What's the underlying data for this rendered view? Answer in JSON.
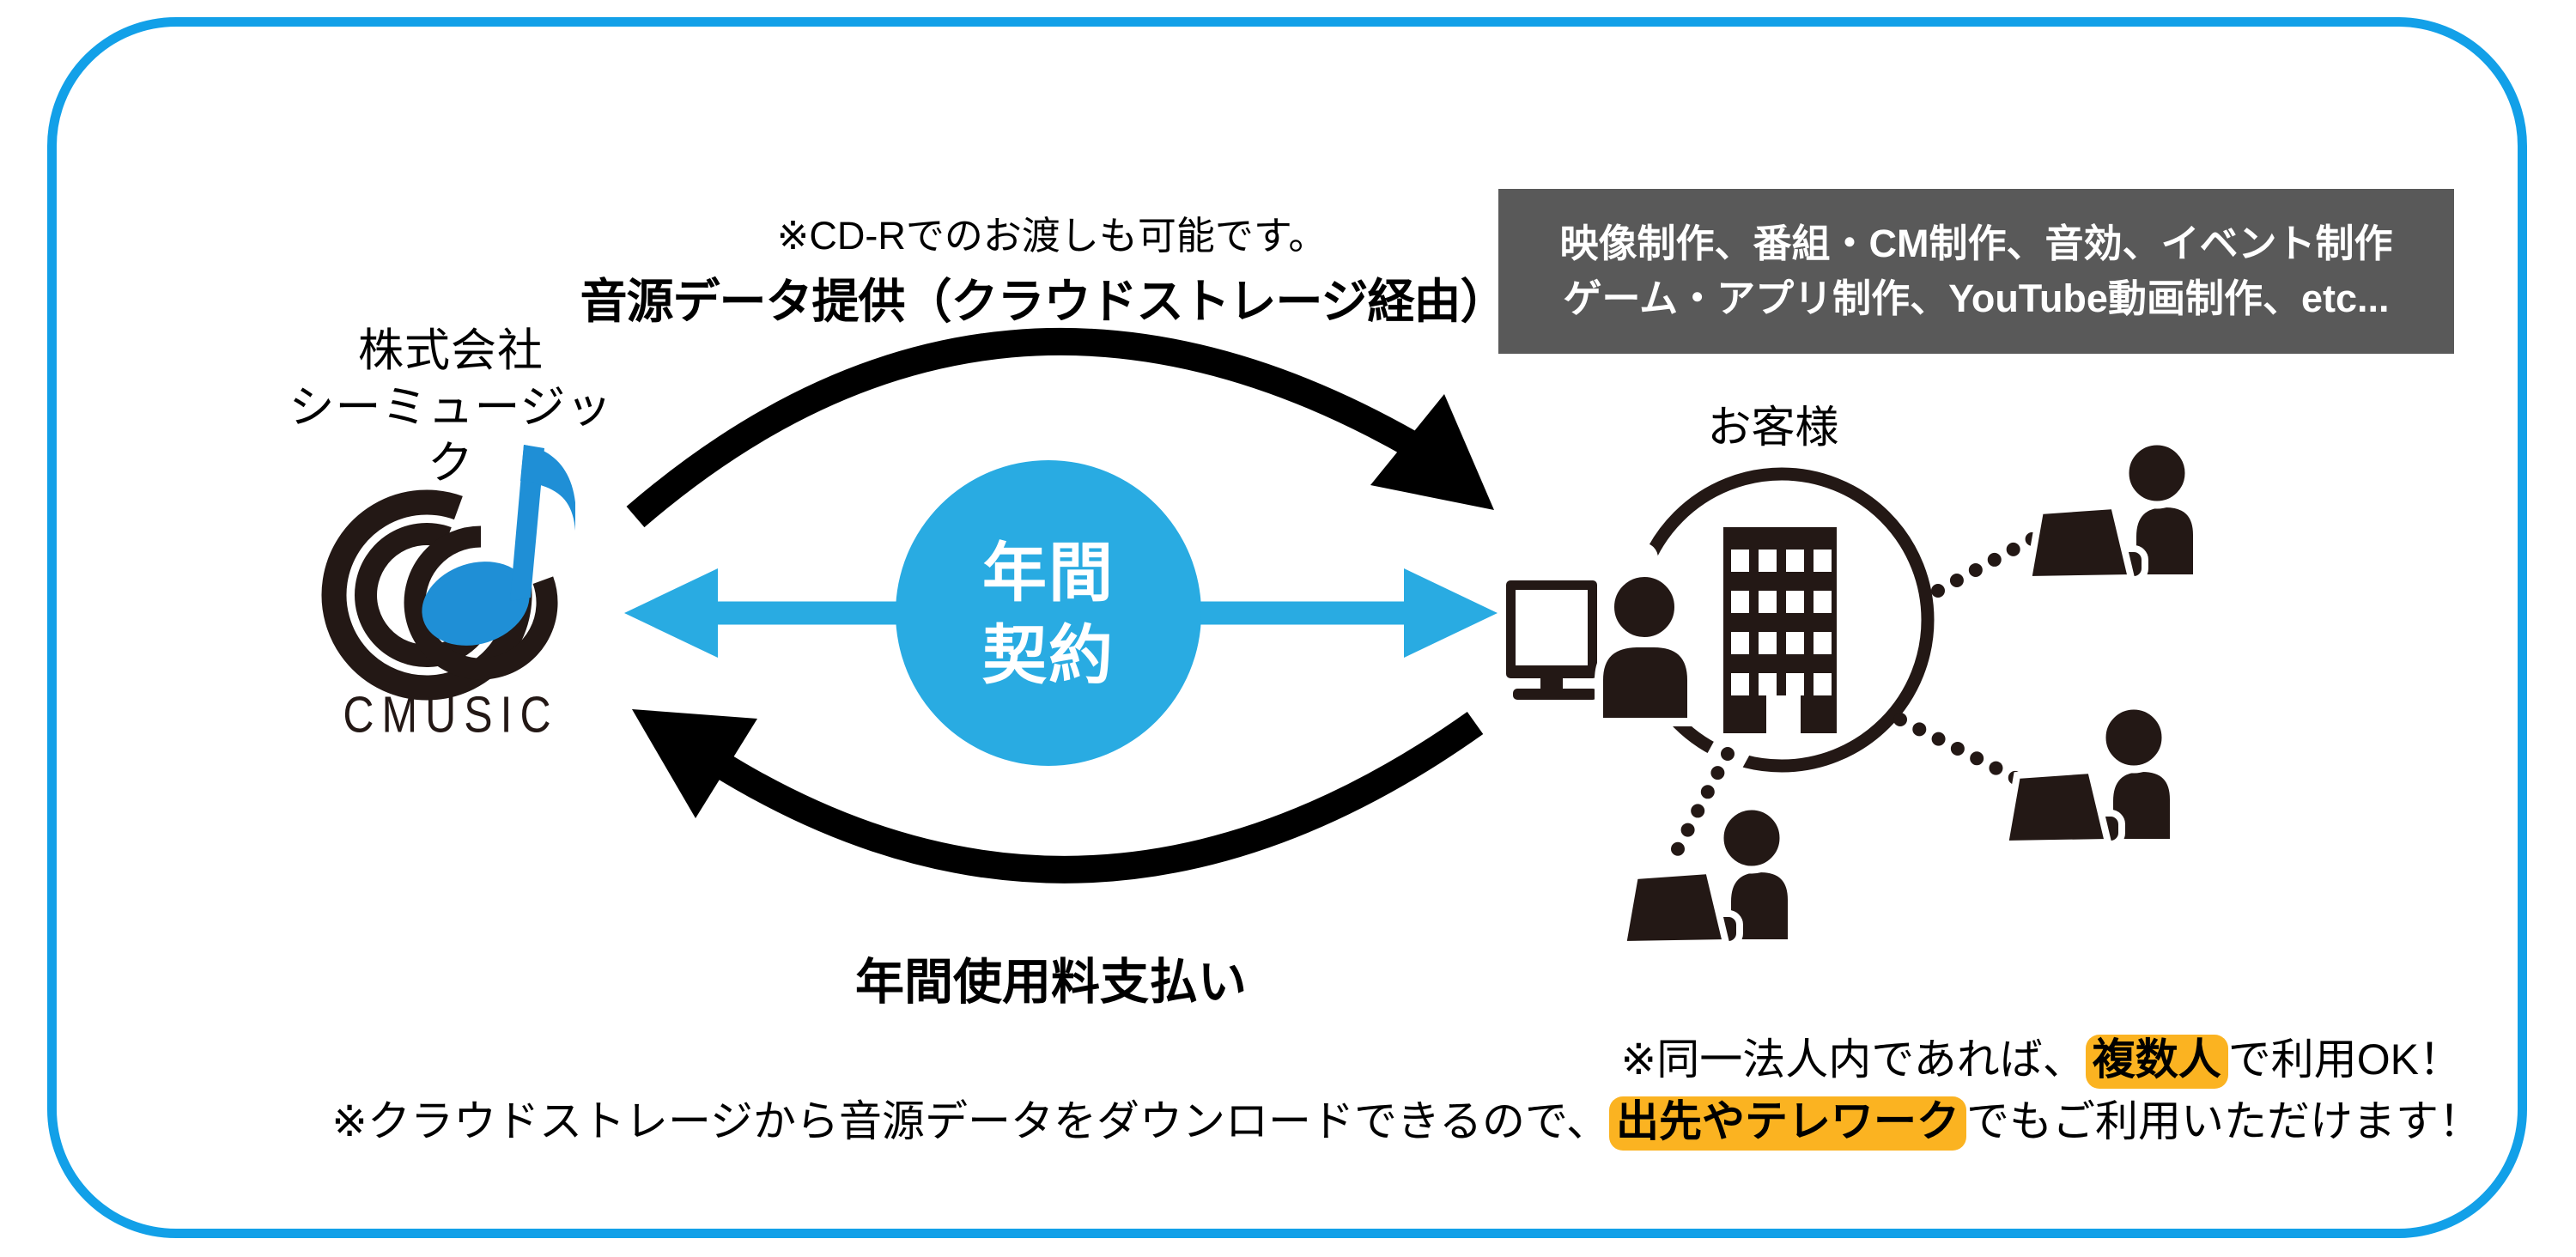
{
  "company": {
    "name_line1": "株式会社",
    "name_line2": "シーミュージック",
    "logo_text": "CMUSIC"
  },
  "flow": {
    "cdr_note": "※CD-Rでのお渡しも可能です。",
    "provide_label": "音源データ提供（クラウドストレージ経由）",
    "contract_line1": "年間",
    "contract_line2": "契約",
    "payment_label": "年間使用料支払い"
  },
  "customer": {
    "label": "お客様",
    "services_line1": "映像制作、番組・CM制作、音効、イベント制作",
    "services_line2": "ゲーム・アプリ制作、YouTube動画制作、etc..."
  },
  "notes": {
    "line1_prefix": "※同一法人内であれば、",
    "line1_highlight": "複数人",
    "line1_suffix": "で利用OK！",
    "line2_prefix": "※クラウドストレージから音源データをダウンロードできるので、",
    "line2_highlight": "出先やテレワーク",
    "line2_suffix": "でもご利用いただけます！"
  },
  "colors": {
    "frame_blue": "#12A0E8",
    "flow_blue": "#29ABE2",
    "icon_dark": "#231815",
    "arrow_black": "#000000",
    "services_box_gray": "#595959",
    "highlight_yellow": "#FBB321",
    "logo_note_blue": "#1F8FD6",
    "text_black": "#000000"
  },
  "icons": [
    "cmusic-logo-icon",
    "music-note-icon",
    "cycle-arrow-top-icon",
    "cycle-arrow-bottom-icon",
    "annual-contract-arrow-icon",
    "contract-circle",
    "customer-ring-icon",
    "building-icon",
    "desktop-monitor-icon",
    "desktop-user-icon",
    "laptop-user-icon",
    "dotted-connector"
  ]
}
